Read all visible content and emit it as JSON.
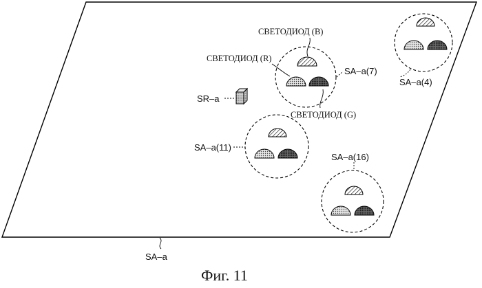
{
  "figure": {
    "caption": "Фиг. 11",
    "plate_label": "SA–a",
    "sensor_label": "SR–a",
    "groups": [
      {
        "id": "SA–a(7)",
        "label": "SA–a(7)"
      },
      {
        "id": "SA–a(4)",
        "label": "SA–a(4)"
      },
      {
        "id": "SA–a(11)",
        "label": "SA–a(11)"
      },
      {
        "id": "SA–a(16)",
        "label": "SA–a(16)"
      }
    ],
    "led_labels": {
      "blue": "СВЕТОДИОД (B)",
      "red": "СВЕТОДИОД (R)",
      "green": "СВЕТОДИОД (G)"
    }
  }
}
